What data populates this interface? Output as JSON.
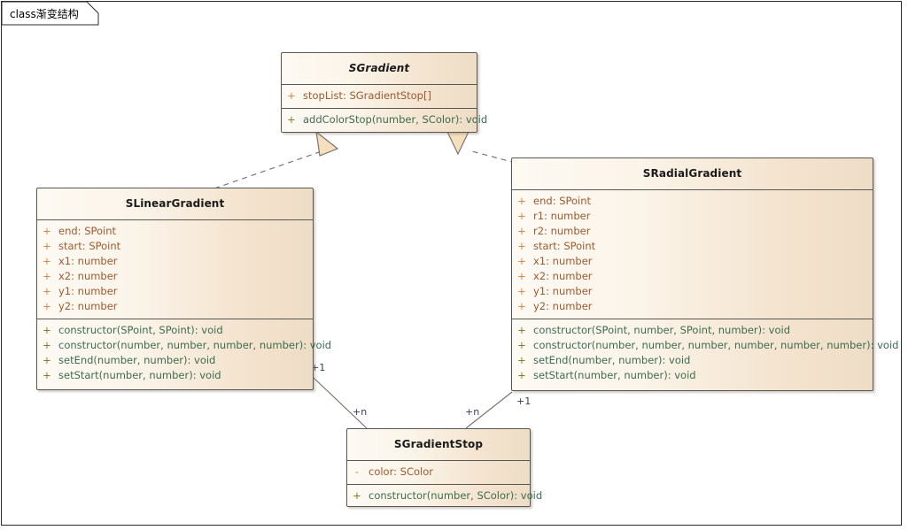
{
  "frame": {
    "keyword": "class",
    "title": "渐变结构",
    "full_title": "class渐变结构"
  },
  "diagram": {
    "type": "uml-class-diagram",
    "colors": {
      "box_fill_light": "#fdfaf4",
      "box_fill_dark": "#eeddc6",
      "box_border": "#595751",
      "attribute_text": "#9c5a2e",
      "attribute_visibility": "#d4873e",
      "method_text": "#3c6b4f",
      "method_visibility": "#7f7d23",
      "edge_line": "#7a7570",
      "arrowhead_fill": "#f5dfbc",
      "multiplicity_text": "#2f3d66",
      "frame_border": "#2b2b2b"
    },
    "classes": [
      {
        "id": "sgradient",
        "name": "SGradient",
        "abstract": true,
        "attributes": [
          {
            "visibility": "+",
            "text": "stopList: SGradientStop[]"
          }
        ],
        "methods": [
          {
            "visibility": "+",
            "text": "addColorStop(number, SColor): void"
          }
        ]
      },
      {
        "id": "slineargradient",
        "name": "SLinearGradient",
        "abstract": false,
        "attributes": [
          {
            "visibility": "+",
            "text": "end: SPoint"
          },
          {
            "visibility": "+",
            "text": "start: SPoint"
          },
          {
            "visibility": "+",
            "text": "x1: number"
          },
          {
            "visibility": "+",
            "text": "x2: number"
          },
          {
            "visibility": "+",
            "text": "y1: number"
          },
          {
            "visibility": "+",
            "text": "y2: number"
          }
        ],
        "methods": [
          {
            "visibility": "+",
            "text": "constructor(SPoint, SPoint): void"
          },
          {
            "visibility": "+",
            "text": "constructor(number, number, number, number): void"
          },
          {
            "visibility": "+",
            "text": "setEnd(number, number): void"
          },
          {
            "visibility": "+",
            "text": "setStart(number, number): void"
          }
        ]
      },
      {
        "id": "sradialgradient",
        "name": "SRadialGradient",
        "abstract": false,
        "attributes": [
          {
            "visibility": "+",
            "text": "end: SPoint"
          },
          {
            "visibility": "+",
            "text": "r1: number"
          },
          {
            "visibility": "+",
            "text": "r2: number"
          },
          {
            "visibility": "+",
            "text": "start: SPoint"
          },
          {
            "visibility": "+",
            "text": "x1: number"
          },
          {
            "visibility": "+",
            "text": "x2: number"
          },
          {
            "visibility": "+",
            "text": "y1: number"
          },
          {
            "visibility": "+",
            "text": "y2: number"
          }
        ],
        "methods": [
          {
            "visibility": "+",
            "text": "constructor(SPoint, number, SPoint, number): void"
          },
          {
            "visibility": "+",
            "text": "constructor(number, number, number, number, number, number): void"
          },
          {
            "visibility": "+",
            "text": "setEnd(number, number): void"
          },
          {
            "visibility": "+",
            "text": "setStart(number, number): void"
          }
        ]
      },
      {
        "id": "sgradientstop",
        "name": "SGradientStop",
        "abstract": false,
        "attributes": [
          {
            "visibility": "-",
            "text": "color: SColor"
          }
        ],
        "methods": [
          {
            "visibility": "+",
            "text": "constructor(number, SColor): void"
          }
        ]
      }
    ],
    "relationships": [
      {
        "kind": "realization",
        "from": "SLinearGradient",
        "to": "SGradient",
        "style": "dashed",
        "arrow": "hollow-triangle"
      },
      {
        "kind": "realization",
        "from": "SRadialGradient",
        "to": "SGradient",
        "style": "dashed",
        "arrow": "hollow-triangle"
      },
      {
        "kind": "association",
        "from": "SLinearGradient",
        "to": "SGradientStop",
        "style": "solid",
        "from_multiplicity": "+1",
        "to_multiplicity": "+n"
      },
      {
        "kind": "association",
        "from": "SRadialGradient",
        "to": "SGradientStop",
        "style": "solid",
        "from_multiplicity": "+1",
        "to_multiplicity": "+n"
      }
    ],
    "multiplicity_labels": [
      {
        "id": "lin-1",
        "text": "+1"
      },
      {
        "id": "lin-n",
        "text": "+n"
      },
      {
        "id": "rad-n",
        "text": "+n"
      },
      {
        "id": "rad-1",
        "text": "+1"
      }
    ]
  }
}
